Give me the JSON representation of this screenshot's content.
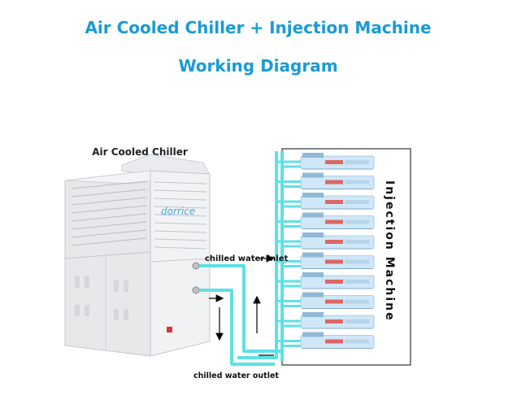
{
  "title_line1": "Air Cooled Chiller + Injection Machine",
  "title_line2": "Working Diagram",
  "chiller": {
    "label": "Air Cooled Chiller",
    "logo_text": "dorrice"
  },
  "pipes": {
    "inlet_label": "chilled water inlet",
    "outlet_label": "chilled water outlet"
  },
  "machine": {
    "label": "Injection Machine",
    "unit_count": 10
  },
  "colors": {
    "title": "#1a9ad6",
    "pipe": "#5ee0e6",
    "machine_body": "#cfe7f7"
  }
}
